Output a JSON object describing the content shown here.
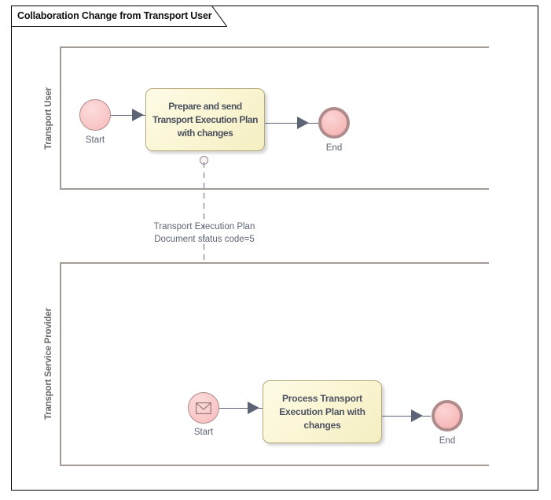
{
  "frame": {
    "title": "Collaboration Change from Transport User"
  },
  "colors": {
    "pool_border": "#a49a96",
    "pool_label_text": "#6f6a66",
    "task_fill": "#faf5d2",
    "task_border": "#b5a97a",
    "task_text": "#4c5260",
    "event_fill": "#f9c6c6",
    "event_border": "#b08b8b",
    "connector": "#5c6475",
    "message_flow": "#8d8896",
    "frame_border": "#000000",
    "background": "#ffffff"
  },
  "pools": [
    {
      "id": "pool-transport-user",
      "label": "Transport User",
      "elements": {
        "start_event": {
          "label": "Start",
          "type": "none-start-event"
        },
        "task": {
          "label": "Prepare and send\nTransport Execution Plan\nwith changes",
          "type": "task"
        },
        "end_event": {
          "label": "End",
          "type": "none-end-event"
        }
      }
    },
    {
      "id": "pool-transport-service-provider",
      "label": "Transport Service Provider",
      "elements": {
        "start_event": {
          "label": "Start",
          "type": "message-start-event"
        },
        "task": {
          "label": "Process Transport\nExecution Plan with\nchanges",
          "type": "task"
        },
        "end_event": {
          "label": "End",
          "type": "none-end-event"
        }
      }
    }
  ],
  "message_flow": {
    "label": "Transport Execution Plan\nDocument status code=5",
    "style": "dashed",
    "source": "pool-transport-user.task",
    "target": "pool-transport-service-provider.start_event"
  }
}
